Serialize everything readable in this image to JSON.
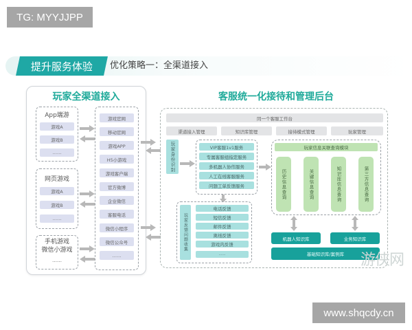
{
  "watermarks": {
    "top_left": "TG: MYYJJPP",
    "bottom_right": "www.shqcdy.cn",
    "logo": "游侠网"
  },
  "header": {
    "tag": "提升服务体验",
    "subtitle": "优化策略一：全渠道接入"
  },
  "left_panel": {
    "title": "玩家全渠道接入",
    "groups": [
      {
        "title": "App端游",
        "items": [
          "游戏A",
          "游戏B",
          "……"
        ]
      },
      {
        "title": "网页游戏",
        "items": [
          "游戏A",
          "游戏B",
          "……"
        ]
      },
      {
        "title": "手机游戏\n微信小游戏",
        "items": [
          "……"
        ]
      }
    ],
    "channels": [
      "游戏官网",
      "移动官网",
      "游戏APP",
      "H5小游戏",
      "游戏客户端",
      "官方微博",
      "企业微信",
      "客服电话",
      "微信小程序",
      "微信公众号",
      "……"
    ]
  },
  "right_panel": {
    "title": "客服统一化接待和管理后台",
    "workbench": "同一个客服工作台",
    "modules": [
      "渠道接入管理",
      "知识库管理",
      "接待模式管理",
      "玩家管理"
    ],
    "identity": "玩家身份识别",
    "services": [
      "VIP客服1v1服务",
      "专属客服组指定服务",
      "多机器人协作服务",
      "人工在线客服服务",
      "问题工单反馈服务"
    ],
    "feedback_label": "玩家反馈问题收集",
    "feedback_items": [
      "电话反馈",
      "短信反馈",
      "邮件反馈",
      "离线反馈",
      "游戏内反馈",
      "……"
    ],
    "query_module": "玩家信息关联查询模块",
    "query_items": [
      "历史信息查询",
      "关键信息查询",
      "知识库信息查询",
      "第三方信息查询"
    ],
    "kb": [
      "机器人知识库",
      "业务知识库"
    ],
    "kb_base": "基础知识库/案例库"
  },
  "colors": {
    "teal": "#1fa8a5",
    "title_green": "#1faa9a",
    "lavender": "#dcdff0",
    "light_teal": "#a8e0df",
    "light_green": "#bfe3b3",
    "gray_pill": "#e3e4e6"
  }
}
